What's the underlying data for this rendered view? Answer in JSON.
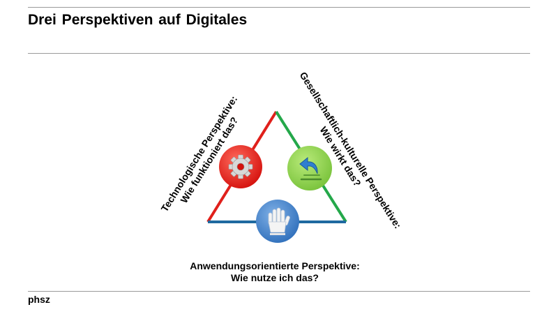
{
  "slide": {
    "title": "Drei Perspektiven  auf Digitales",
    "footer": "phsz"
  },
  "perspectives": {
    "technological": {
      "line1": "Technologische Perspektive:",
      "line2": "Wie funktioniert das?",
      "color": "#e0201b",
      "icon": "gear-icon"
    },
    "social_cultural": {
      "line1": "Gesellschaftlich-kulturelle Perspektive:",
      "line2": "Wie wirkt das?",
      "color": "#24a84a",
      "icon": "return-arrow-icon"
    },
    "application": {
      "line1": "Anwendungsorientierte Perspektive:",
      "line2": "Wie nutze ich das?",
      "color": "#1f6aa0",
      "icon": "hand-icon"
    }
  }
}
